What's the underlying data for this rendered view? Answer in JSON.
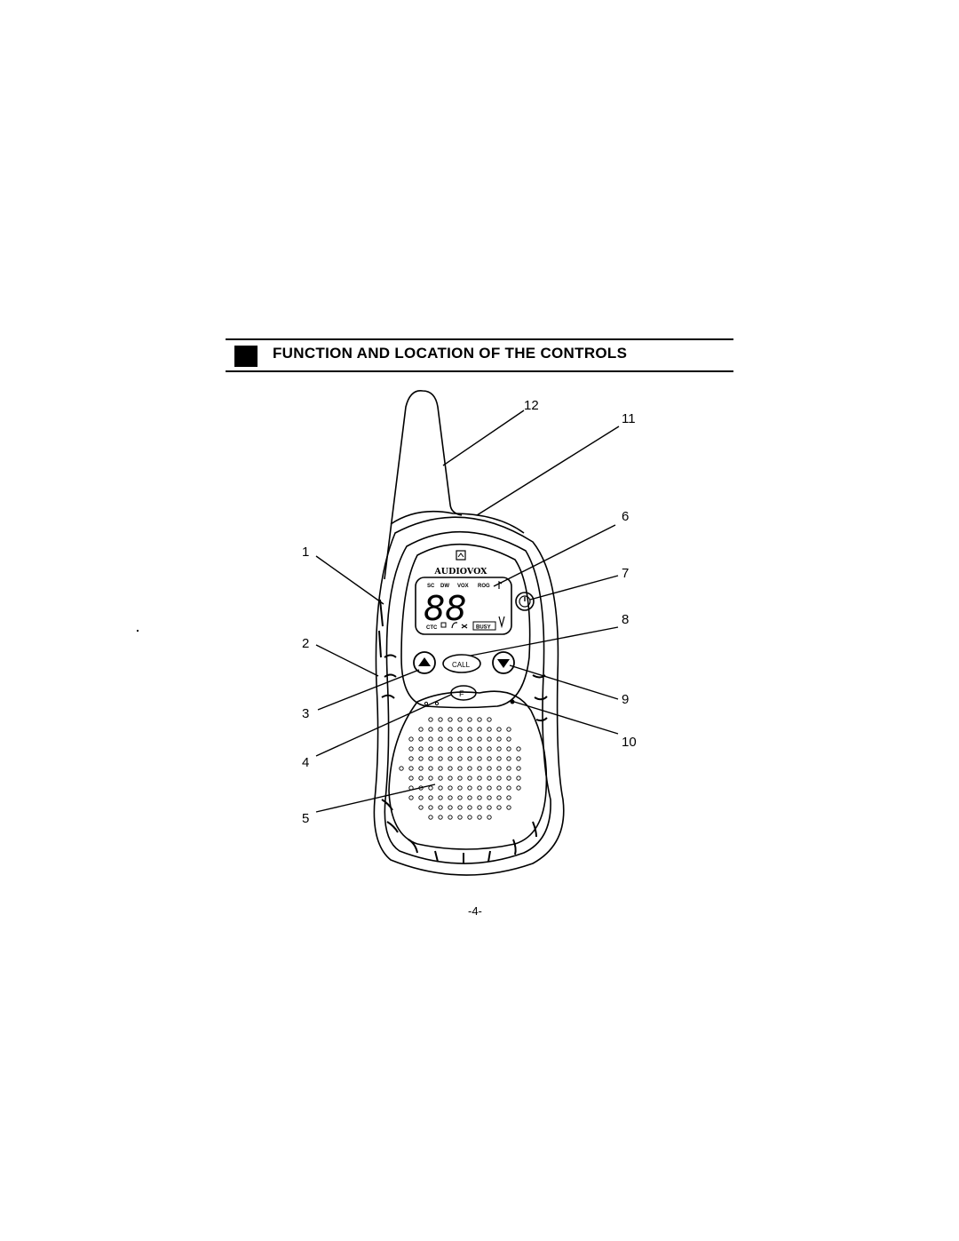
{
  "heading": {
    "title": "FUNCTION AND LOCATION OF THE CONTROLS"
  },
  "device": {
    "brand": "AUDIOVOX",
    "display_digits": "88",
    "lcd_top_indicators": [
      "SC",
      "DW",
      "VOX",
      "ROG"
    ],
    "lcd_bottom_indicators": [
      "CTC",
      "BUSY"
    ],
    "call_button_label": "CALL",
    "function_button_label": "F"
  },
  "callouts": {
    "c1": "1",
    "c2": "2",
    "c3": "3",
    "c4": "4",
    "c5": "5",
    "c6": "6",
    "c7": "7",
    "c8": "8",
    "c9": "9",
    "c10": "10",
    "c11": "11",
    "c12": "12"
  },
  "page_number": "-4-"
}
